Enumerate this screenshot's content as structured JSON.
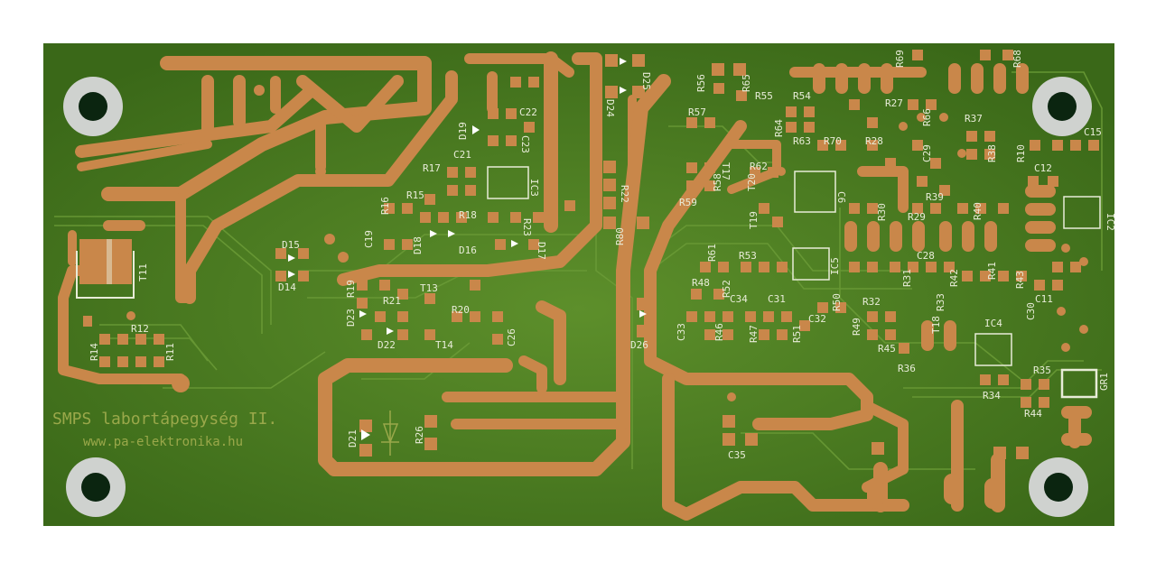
{
  "board": {
    "title_text": "SMPS labortápegység II.",
    "url_text": "www.pa-elektronika.hu",
    "colors": {
      "background": "#ffffff",
      "board_green": "#3f6d1b",
      "board_green_light": "#5d8f2b",
      "copper": "#c9874a",
      "silkscreen": "#e8ecd8",
      "hole_ring": "#cfd2cf",
      "hole_drill": "#0b2510"
    }
  },
  "labels": [
    "D25",
    "D24",
    "R56",
    "R65",
    "R69",
    "R68",
    "C22",
    "C23",
    "R55",
    "R54",
    "R57",
    "R27",
    "R66",
    "D19",
    "R64",
    "R63",
    "R70",
    "R22",
    "R28",
    "R37",
    "R10",
    "C15",
    "T17",
    "R38",
    "C29",
    "C12",
    "R17",
    "C21",
    "IC3",
    "R62",
    "R58",
    "R39",
    "R16",
    "R15",
    "T20",
    "C6",
    "R30",
    "R29",
    "R40",
    "IC2",
    "R18",
    "R59",
    "T19",
    "R23",
    "C19",
    "D17",
    "R80",
    "D15",
    "D18",
    "D16",
    "R61",
    "R53",
    "IC5",
    "C28",
    "R31",
    "R42",
    "R41",
    "R43",
    "T11",
    "R48",
    "R52",
    "C34",
    "C31",
    "R50",
    "R32",
    "R33",
    "D14",
    "R19",
    "T13",
    "T18",
    "C11",
    "C30",
    "R21",
    "R20",
    "D23",
    "D26",
    "C33",
    "R46",
    "R47",
    "R51",
    "C32",
    "R49",
    "IC4",
    "R12",
    "C26",
    "D22",
    "T14",
    "R14",
    "R11",
    "R45",
    "R36",
    "R35",
    "R34",
    "GR1",
    "R44",
    "D21",
    "R26",
    "C35"
  ]
}
